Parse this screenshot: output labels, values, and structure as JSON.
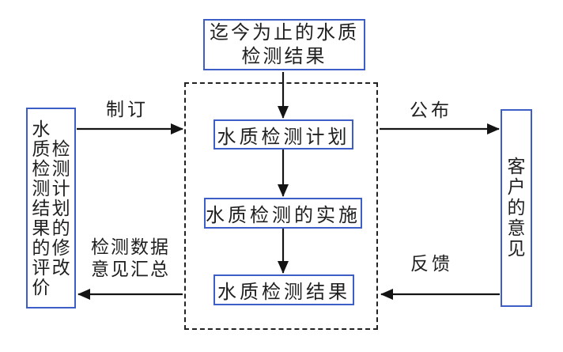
{
  "diagram": {
    "title_box": {
      "line1": "迄今为止的水质",
      "line2": "检测结果"
    },
    "process_boxes": [
      {
        "label": "水质检测计划"
      },
      {
        "label": "水质检测的实施"
      },
      {
        "label": "水质检测结果"
      }
    ],
    "left_box": {
      "col_left": "水质检测结果的评价",
      "col_right": "检测计划的修改"
    },
    "right_box": {
      "text": "客户的意见"
    },
    "arrow_labels": {
      "formulate": "制订",
      "publish": "公布",
      "feedback": "反馈",
      "summary_line1": "检测数据",
      "summary_line2": "意见汇总"
    },
    "colors": {
      "box_border": "#3c5ec6",
      "dashed_border": "#222222",
      "arrow": "#141414",
      "text": "#1f1f1f",
      "background": "#ffffff"
    }
  }
}
